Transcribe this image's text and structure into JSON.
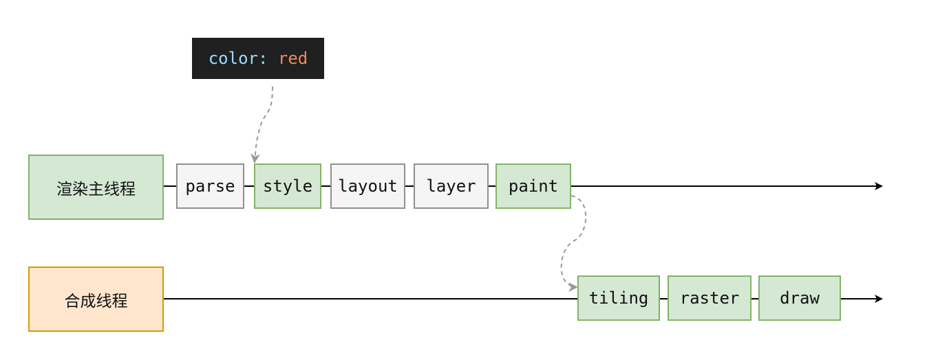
{
  "code_snippet": {
    "property": "color",
    "separator": ": ",
    "value": "red"
  },
  "threads": {
    "main": {
      "label": "渲染主线程"
    },
    "compositor": {
      "label": "合成线程"
    }
  },
  "main_steps": [
    "parse",
    "style",
    "layout",
    "layer",
    "paint"
  ],
  "compositor_steps": [
    "tiling",
    "raster",
    "draw"
  ],
  "colors": {
    "green_fill": "#d5e8d4",
    "green_border": "#82b366",
    "gray_fill": "#f5f5f5",
    "gray_border": "#8f8f8f",
    "orange_fill": "#ffe6cc",
    "orange_border": "#d79b00",
    "code_bg": "#202020",
    "code_prop": "#9cdcfe",
    "code_value": "#f08a5d",
    "connector_dashed": "#9a9a9a"
  }
}
